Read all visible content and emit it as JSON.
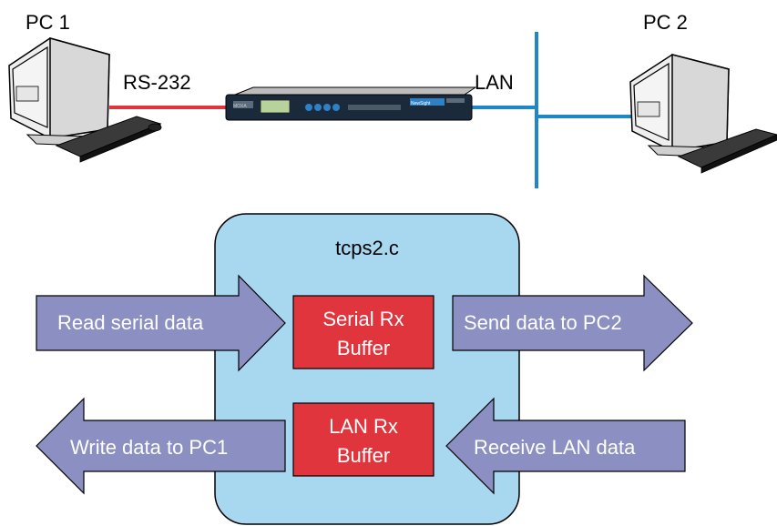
{
  "top": {
    "pc1_label": "PC 1",
    "pc2_label": "PC 2",
    "serial_link_label": "RS-232",
    "lan_link_label": "LAN",
    "device_brand": "MOXA",
    "device_model": "NewSight"
  },
  "program": {
    "title": "tcps2.c",
    "serial_buffer_line1": "Serial Rx",
    "serial_buffer_line2": "Buffer",
    "lan_buffer_line1": "LAN Rx",
    "lan_buffer_line2": "Buffer"
  },
  "arrows": {
    "read_serial": "Read serial data",
    "send_pc2": "Send data to PC2",
    "write_pc1": "Write data to PC1",
    "receive_lan": "Receive LAN data"
  },
  "colors": {
    "serial_line": "#e0353d",
    "lan_line": "#1f86c8",
    "program_box": "#a8d8f0",
    "buffer_box": "#e0353d",
    "arrow_fill": "#8c8fc2"
  }
}
